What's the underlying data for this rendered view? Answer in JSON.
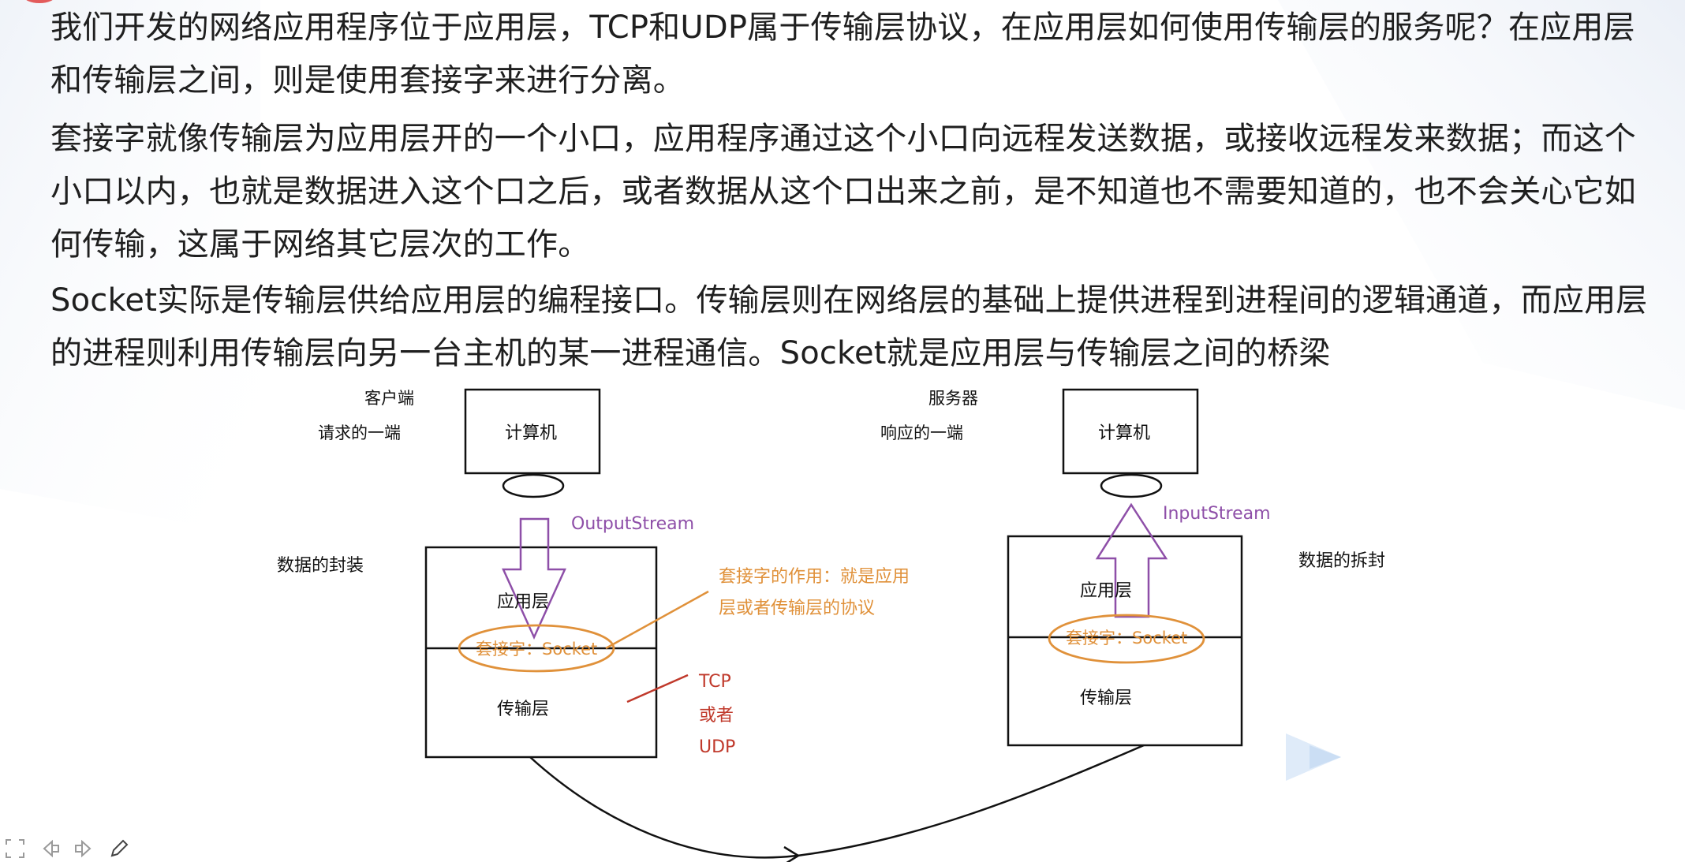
{
  "paragraphs": [
    "我们开发的网络应用程序位于应用层，TCP和UDP属于传输层协议，在应用层如何使用传输层的服务呢？在应用层和传输层之间，则是使用套接字来进行分离。",
    "套接字就像传输层为应用层开的一个小口，应用程序通过这个小口向远程发送数据，或接收远程发来数据；而这个小口以内，也就是数据进入这个口之后，或者数据从这个口出来之前，是不知道也不需要知道的，也不会关心它如何传输，这属于网络其它层次的工作。",
    "Socket实际是传输层供给应用层的编程接口。传输层则在网络层的基础上提供进程到进程间的逻辑通道，而应用层的进程则利用传输层向另一台主机的某一进程通信。Socket就是应用层与传输层之间的桥梁"
  ],
  "diagram": {
    "client": {
      "title": "客户端",
      "subtitle": "请求的一端",
      "computer": "计算机",
      "stream": "OutputStream",
      "side_label": "数据的封装",
      "app_layer": "应用层",
      "socket": "套接字：Socket",
      "transport_layer": "传输层"
    },
    "server": {
      "title": "服务器",
      "subtitle": "响应的一端",
      "computer": "计算机",
      "stream": "InputStream",
      "side_label": "数据的拆封",
      "app_layer": "应用层",
      "socket": "套接字：Socket",
      "transport_layer": "传输层"
    },
    "socket_note_line1": "套接字的作用：就是应用",
    "socket_note_line2": "层或者传输层的协议",
    "protocol_line1": "TCP",
    "protocol_line2": "或者",
    "protocol_line3": "UDP"
  },
  "colors": {
    "text": "#1f1f1f",
    "stream": "#8e4fa8",
    "socket": "#e0913a",
    "protocol": "#c0392b",
    "box": "#111111"
  },
  "icons": [
    "fullscreen-icon",
    "prev-arrow-icon",
    "next-arrow-icon",
    "pen-icon"
  ]
}
